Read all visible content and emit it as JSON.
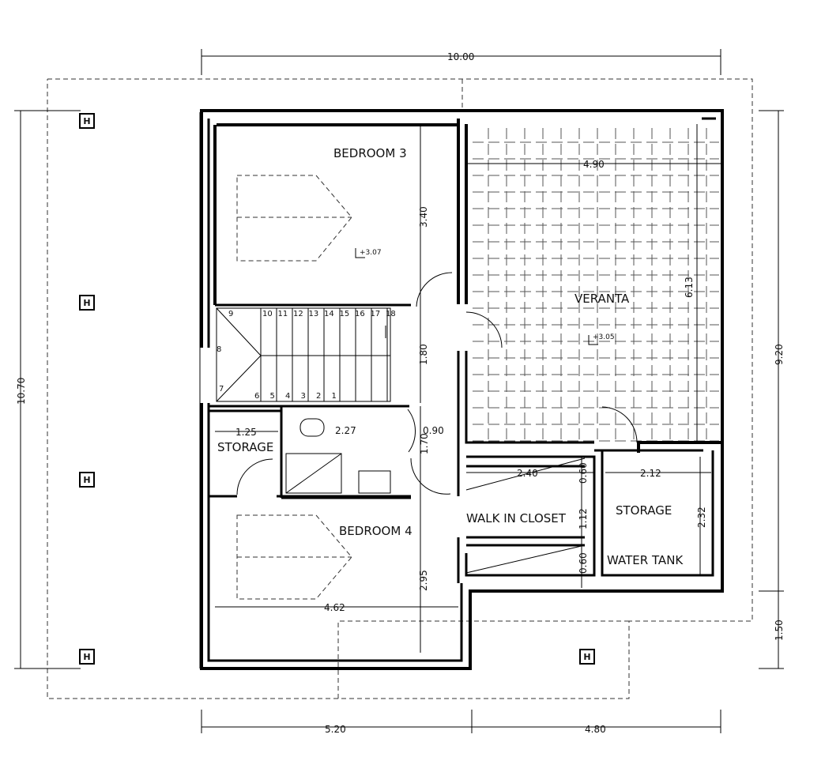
{
  "rooms": {
    "bedroom3": "BEDROOM 3",
    "bedroom4": "BEDROOM 4",
    "veranta": "VERANTA",
    "storage_small": "STORAGE",
    "walk_in_closet": "WALK IN CLOSET",
    "storage_large": "STORAGE",
    "water_tank": "WATER TANK"
  },
  "dimensions": {
    "overall_width": "10.00",
    "overall_height": "10.70",
    "right_height": "9.20",
    "right_bottom": "1.50",
    "bottom_left": "5.20",
    "bottom_right": "4.80",
    "veranta_width": "4.90",
    "veranta_height": "6.13",
    "bedroom3_height": "3.40",
    "stair_gap": "1.80",
    "storage_width": "1.25",
    "bath_width": "2.27",
    "door_width": "0.90",
    "hall_height": "1.70",
    "closet_width": "2.40",
    "closet_top": "0.60",
    "closet_middle": "1.12",
    "closet_bottom": "0.60",
    "storage_width2": "2.12",
    "storage_height": "2.32",
    "bedroom4_height": "2.95",
    "bedroom4_width": "4.62"
  },
  "levels": {
    "bedroom3": "+3.07",
    "veranta": "+3.05"
  },
  "stair_numbers": {
    "top": [
      "9",
      "10",
      "11",
      "12",
      "13",
      "14",
      "15",
      "16",
      "17",
      "18"
    ],
    "side": [
      "8",
      "7"
    ],
    "bottom": [
      "6",
      "5",
      "4",
      "3",
      "2",
      "1"
    ]
  },
  "column_marker": "H"
}
